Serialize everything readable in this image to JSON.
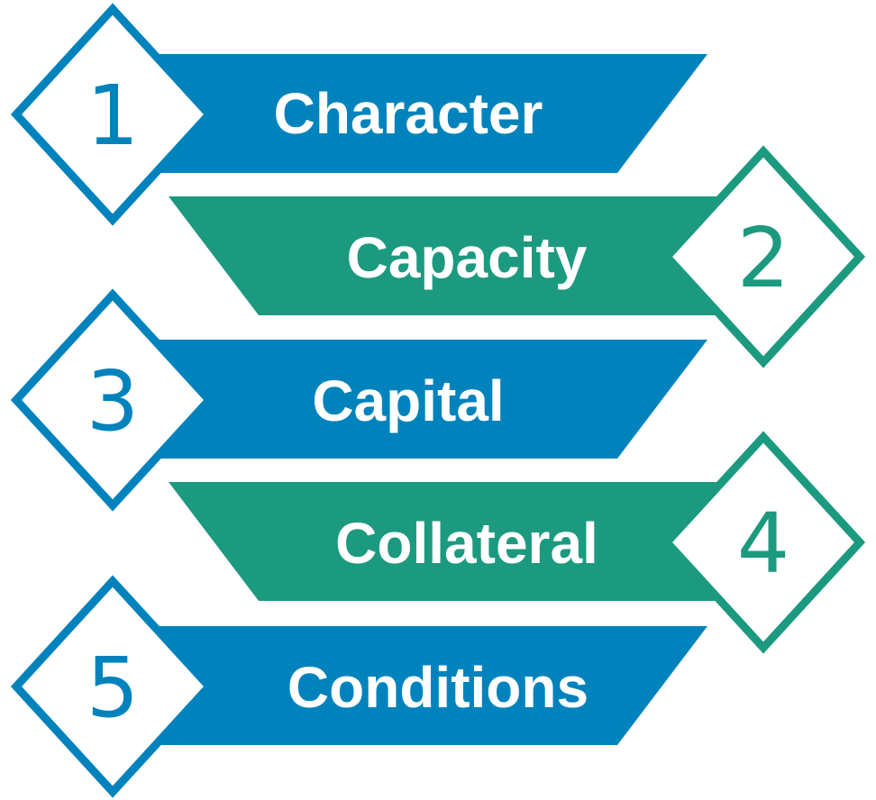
{
  "colors": {
    "blue": "#0083BC",
    "green": "#1C9A7F",
    "background": "#FFFFFF"
  },
  "steps": [
    {
      "number": "1",
      "label": "Character",
      "color": "blue",
      "side": "left"
    },
    {
      "number": "2",
      "label": "Capacity",
      "color": "green",
      "side": "right"
    },
    {
      "number": "3",
      "label": "Capital",
      "color": "blue",
      "side": "left"
    },
    {
      "number": "4",
      "label": "Collateral",
      "color": "green",
      "side": "right"
    },
    {
      "number": "5",
      "label": "Conditions",
      "color": "blue",
      "side": "left"
    }
  ]
}
